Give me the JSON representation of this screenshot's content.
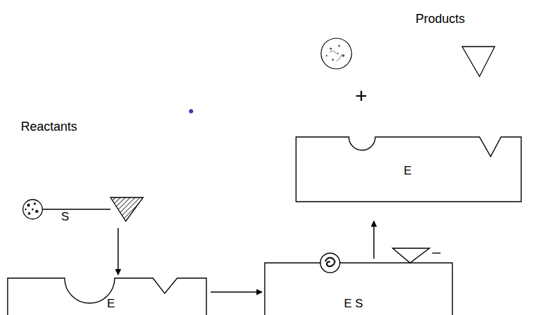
{
  "diagram": {
    "nodes": [
      {
        "text": [
          "S"
        ]
      },
      {
        "text": [
          "E"
        ]
      },
      {
        "text": [
          "E S"
        ]
      },
      {
        "text": [
          "E"
        ]
      }
    ],
    "edges": [
      {
        "from": 0,
        "to": 1,
        "arrow": "to"
      },
      {
        "from": 1,
        "to": 2,
        "arrow": "to"
      },
      {
        "from": 2,
        "to": 3,
        "arrow": "to"
      }
    ],
    "labels": [
      "Products",
      "+",
      "Reactants"
    ]
  }
}
